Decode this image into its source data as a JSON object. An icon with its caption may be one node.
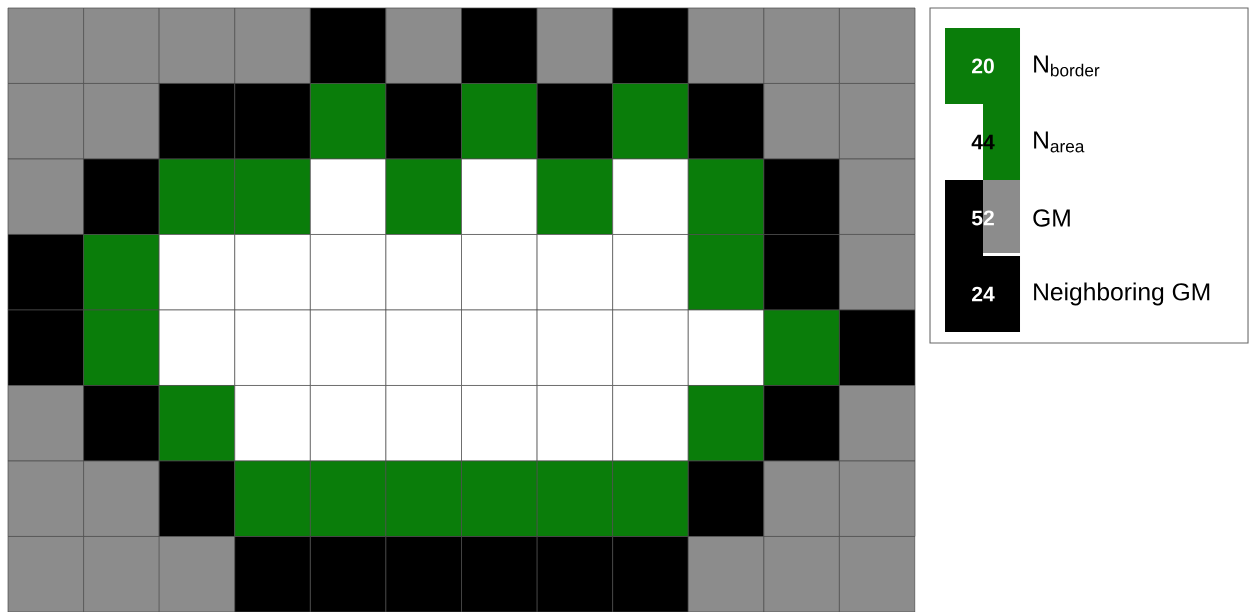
{
  "diagram": {
    "labels": [
      "20",
      "44",
      "52",
      "24"
    ],
    "legend": [
      {
        "text": "N$_{border}$",
        "color": "#0a7d0a"
      },
      {
        "text": "N$_{area}$"
      },
      {
        "text": "GM"
      },
      {
        "text": "Neighboring GM",
        "color": "#000000"
      }
    ]
  }
}
